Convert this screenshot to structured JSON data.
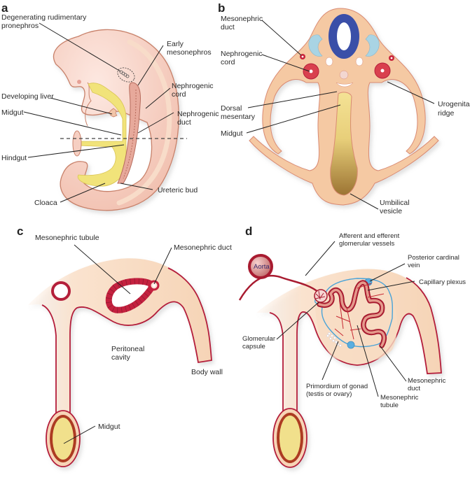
{
  "figure": {
    "panels": [
      {
        "letter": "a",
        "labels": {
          "degenerating_pronephros": [
            "Degenerating rudimentary",
            "pronephros"
          ],
          "early_mesonephros": [
            "Early",
            "mesonephros"
          ],
          "nephrogenic_cord": [
            "Nephrogenic",
            "cord"
          ],
          "developing_liver": [
            "Developing liver"
          ],
          "midgut": [
            "Midgut"
          ],
          "nephrogenic_duct": [
            "Nephrogenic",
            "duct"
          ],
          "hindgut": [
            "Hindgut"
          ],
          "ureteric_bud": [
            "Ureteric bud"
          ],
          "cloaca": [
            "Cloaca"
          ]
        }
      },
      {
        "letter": "b",
        "labels": {
          "mesonephric_duct": [
            "Mesonephric",
            "duct"
          ],
          "nephrogenic_cord": [
            "Nephrogenic",
            "cord"
          ],
          "dorsal_mesentary": [
            "Dorsal",
            "mesentary"
          ],
          "midgut": [
            "Midgut"
          ],
          "urogenital_ridge": [
            "Urogenital",
            "ridge"
          ],
          "umbilical_vesicle": [
            "Umbilical",
            "vesicle"
          ]
        }
      },
      {
        "letter": "c",
        "labels": {
          "mesonephric_tubule": [
            "Mesonephric tubule"
          ],
          "mesonephric_duct": [
            "Mesonephric duct"
          ],
          "peritoneal_cavity": [
            "Peritoneal",
            "cavity"
          ],
          "body_wall": [
            "Body wall"
          ],
          "midgut": [
            "Midgut"
          ]
        }
      },
      {
        "letter": "d",
        "labels": {
          "glomerular_vessels": [
            "Afferent and efferent",
            "glomerular vessels"
          ],
          "aorta": [
            "Aorta"
          ],
          "posterior_cardinal_vein": [
            "Posterior cardinal",
            "vein"
          ],
          "capillary_plexus": [
            "Capillary plexus"
          ],
          "glomerular_capsule": [
            "Glomerular",
            "capsule"
          ],
          "primordium_of_gonad": [
            "Primordium of gonad",
            "(testis or ovary)"
          ],
          "mesonephric_duct": [
            "Mesonephric",
            "duct"
          ],
          "mesonephric_tubule": [
            "Mesonephric",
            "tubule"
          ]
        }
      }
    ],
    "colors": {
      "embryo_skin": "#f6cfc2",
      "embryo_outline": "#c8816a",
      "gut_yellow": "#f1e37a",
      "tissue_peach": "#f5c9a3",
      "tissue_outline": "#d98a72",
      "neural_blue": "#3a4fa8",
      "light_blue": "#a9d4e4",
      "crimson": "#b41f3a",
      "vessel_blue": "#4aa3d8",
      "cross_pale": "#fae3cf"
    }
  }
}
